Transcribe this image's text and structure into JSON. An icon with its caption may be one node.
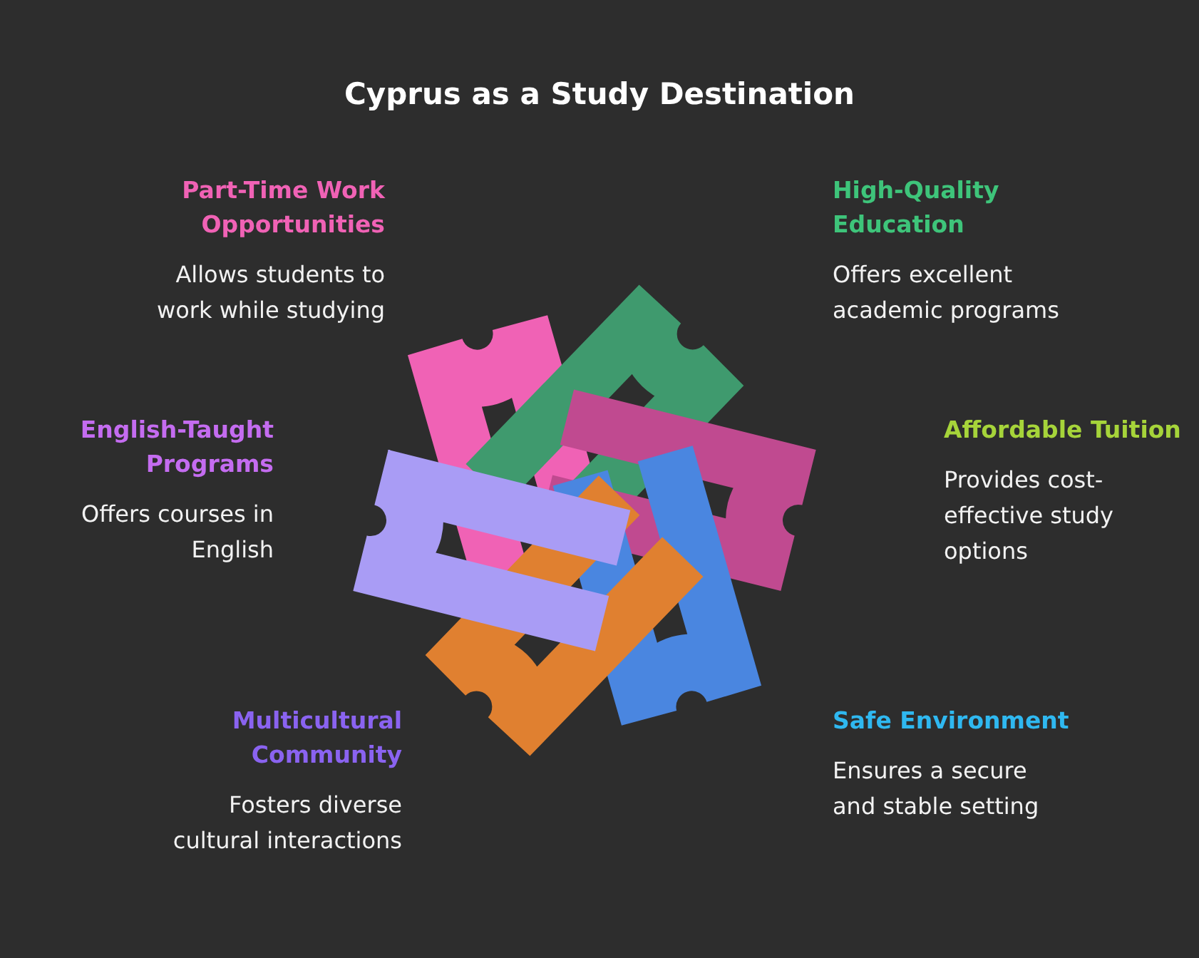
{
  "diagram": {
    "title": "Cyprus as a Study Destination",
    "nodes": [
      {
        "text": [
          "Part-Time Work Opportunities",
          "Allows students to work while studying"
        ]
      },
      {
        "text": [
          "High-Quality Education",
          "Offers excellent academic programs"
        ]
      },
      {
        "text": [
          "English-Taught Programs",
          "Offers courses in English"
        ]
      },
      {
        "text": [
          "Affordable Tuition",
          "Provides cost-effective study options"
        ]
      },
      {
        "text": [
          "Multicultural Community",
          "Fosters diverse cultural interactions"
        ]
      },
      {
        "text": [
          "Safe Environment",
          "Ensures a secure and stable setting"
        ]
      }
    ],
    "edges": []
  }
}
